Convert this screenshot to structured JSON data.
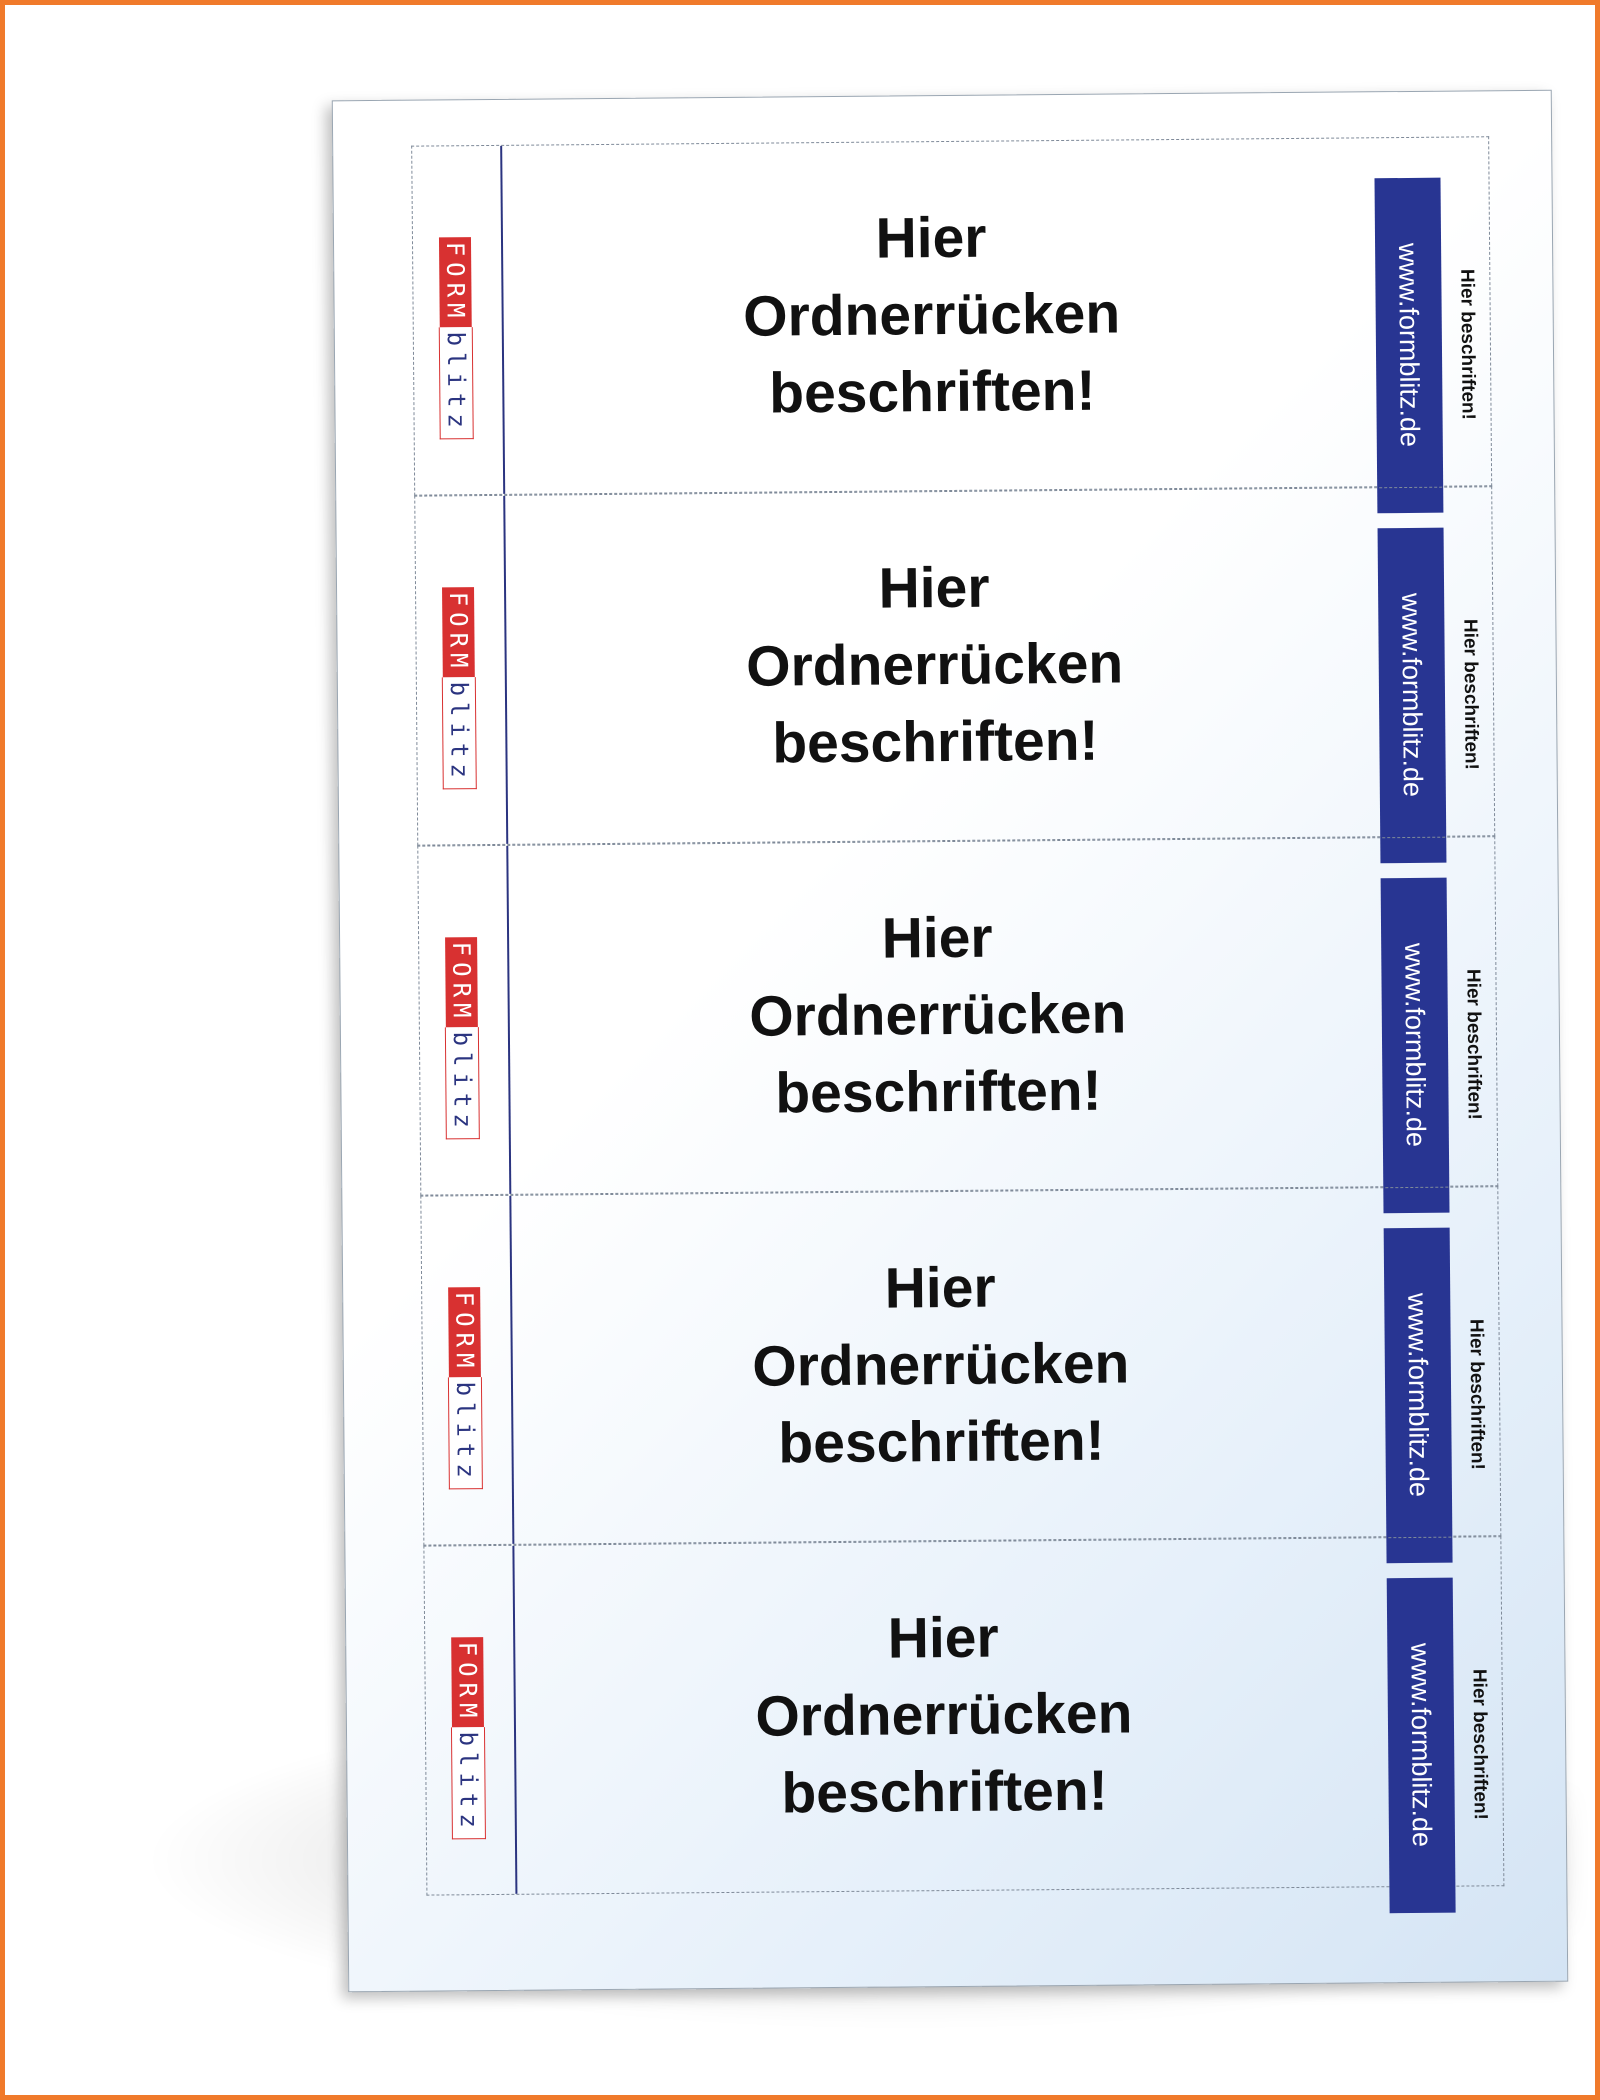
{
  "labels": [
    {
      "title_lines": [
        "Hier",
        "Ordnerrücken",
        "beschriften!"
      ],
      "url": "www.formblitz.de",
      "side_text": "Hier beschriften!"
    },
    {
      "title_lines": [
        "Hier",
        "Ordnerrücken",
        "beschriften!"
      ],
      "url": "www.formblitz.de",
      "side_text": "Hier beschriften!"
    },
    {
      "title_lines": [
        "Hier",
        "Ordnerrücken",
        "beschriften!"
      ],
      "url": "www.formblitz.de",
      "side_text": "Hier beschriften!"
    },
    {
      "title_lines": [
        "Hier",
        "Ordnerrücken",
        "beschriften!"
      ],
      "url": "www.formblitz.de",
      "side_text": "Hier beschriften!"
    },
    {
      "title_lines": [
        "Hier",
        "Ordnerrücken",
        "beschriften!"
      ],
      "url": "www.formblitz.de",
      "side_text": "Hier beschriften!"
    }
  ],
  "logo": {
    "part1": "FORM",
    "part2": "blitz",
    "name": "formblitz-logo"
  },
  "colors": {
    "frame": "#f07a2b",
    "bar": "#283592",
    "logo_red": "#d83131",
    "logo_blue": "#2b3480"
  }
}
